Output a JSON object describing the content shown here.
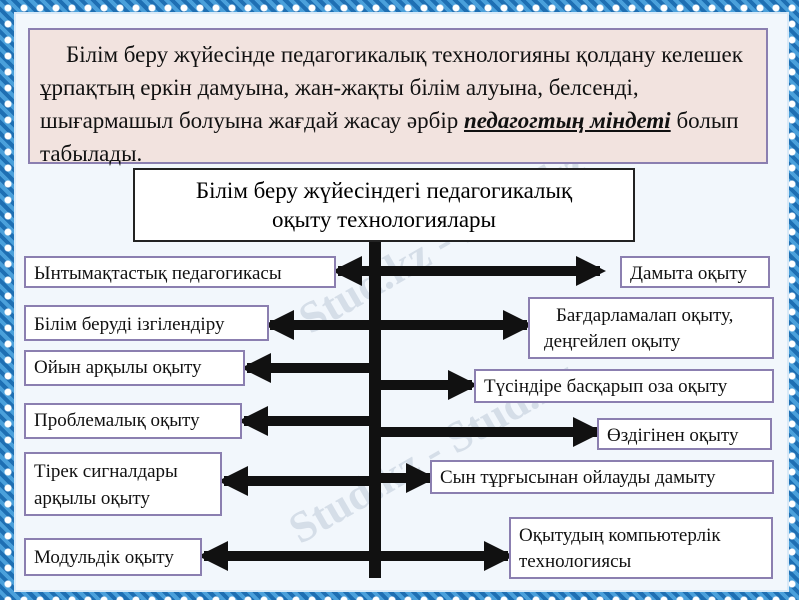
{
  "intro": {
    "text_before": "Білім беру жүйесінде педагогикалық технологияны қолдану келешек ұрпақтың еркін дамуына, жан-жақты білім алуына, белсенді, шығармашыл болуына жағдай жасау әрбір",
    "emphasis": "педагогтың міндеті",
    "text_after": "болып табылады."
  },
  "center": {
    "line1": "Білім беру жүйесіндегі педагогикалық",
    "line2": "оқыту технологиялары"
  },
  "left_items": [
    {
      "label": "Ынтымақтастық педагогикасы"
    },
    {
      "label": "Білім беруді ізгілендіру"
    },
    {
      "label": "Ойын арқылы оқыту"
    },
    {
      "label": "Проблемалық оқыту"
    },
    {
      "line1": "Тірек сигналдары",
      "line2": "арқылы оқыту"
    },
    {
      "label": "Модульдік оқыту"
    }
  ],
  "right_items": [
    {
      "label": "Дамыта оқыту"
    },
    {
      "line1": "Бағдарламалап оқыту,",
      "line2": "деңгейлеп оқыту"
    },
    {
      "label": "Түсіндіре басқарып оза оқыту"
    },
    {
      "label": "Өздігінен оқыту"
    },
    {
      "label": "Сын тұрғысынан ойлауды дамыту"
    },
    {
      "line1": "Оқытудың компьютерлік",
      "line2": "технологиясы"
    }
  ],
  "watermark": "Stud.kz - Stud.kz",
  "colors": {
    "frame": "#2f86c8",
    "intro_bg": "#f2e3df",
    "border": "#8b7fb0",
    "arrow": "#111111"
  }
}
